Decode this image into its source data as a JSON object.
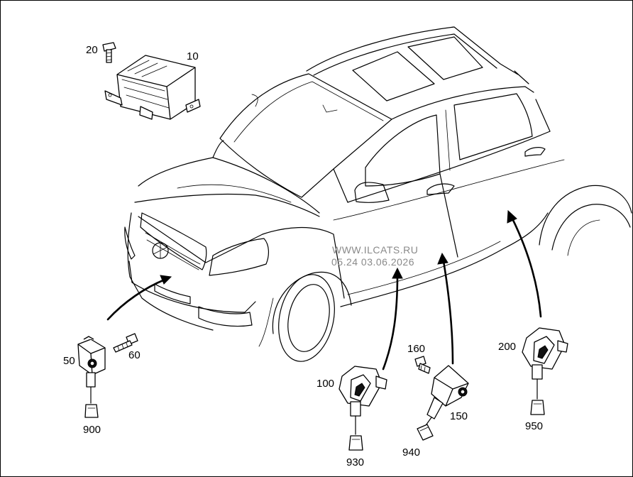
{
  "callouts": {
    "c10": "10",
    "c20": "20",
    "c50": "50",
    "c60": "60",
    "c100": "100",
    "c150": "150",
    "c160": "160",
    "c200": "200",
    "c900": "900",
    "c930": "930",
    "c940": "940",
    "c950": "950"
  },
  "watermark": {
    "line1": "WWW.ILCATS.RU",
    "line2": "05.24 03.06.2026"
  },
  "colors": {
    "line": "#000000",
    "watermark": "#8a8a8a",
    "background": "#ffffff"
  }
}
